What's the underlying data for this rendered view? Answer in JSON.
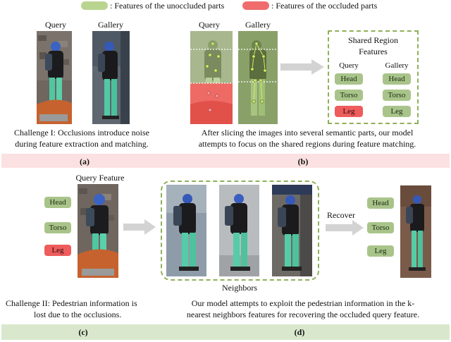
{
  "legend": {
    "unoccluded_label": ": Features of the unoccluded parts",
    "occluded_label": ": Features of the occluded parts",
    "unoccluded_color": "#b9d48f",
    "occluded_color": "#f06b6b"
  },
  "panel_a": {
    "query_label": "Query",
    "gallery_label": "Gallery",
    "caption_line1": "Challenge I: Occlusions introduce noise",
    "caption_line2": "during feature extraction and matching.",
    "tag": "(a)"
  },
  "panel_b": {
    "query_label": "Query",
    "gallery_label": "Gallery",
    "shared_title_line1": "Shared Region",
    "shared_title_line2": "Features",
    "col_query": "Query",
    "col_gallery": "Gallery",
    "query_parts": [
      "Head",
      "Torso",
      "Leg"
    ],
    "gallery_parts": [
      "Head",
      "Torso",
      "Leg"
    ],
    "caption_line1": "After slicing the images into several semantic parts, our model",
    "caption_line2": "attempts to focus on the shared regions during feature matching.",
    "tag": "(b)"
  },
  "panel_c": {
    "title": "Query Feature",
    "parts": [
      "Head",
      "Torso",
      "Leg"
    ],
    "caption_line1": "Challenge II: Pedestrian information is",
    "caption_line2": "lost due to the occlusions.",
    "tag": "(c)"
  },
  "panel_d": {
    "neighbors_label": "Neighbors",
    "recover_label": "Recover",
    "parts": [
      "Head",
      "Torso",
      "Leg"
    ],
    "caption_line1": "Our model attempts to exploit the pedestrian information in the k-",
    "caption_line2": "nearest neighbors features for recovering the occluded query feature.",
    "tag": "(d)"
  },
  "colors": {
    "top_band": "#fbe1e1",
    "bottom_band": "#d9e8cc",
    "pill_green": "#a9c48a",
    "pill_red": "#ee5c5c",
    "dashed_border": "#8fb05a"
  }
}
